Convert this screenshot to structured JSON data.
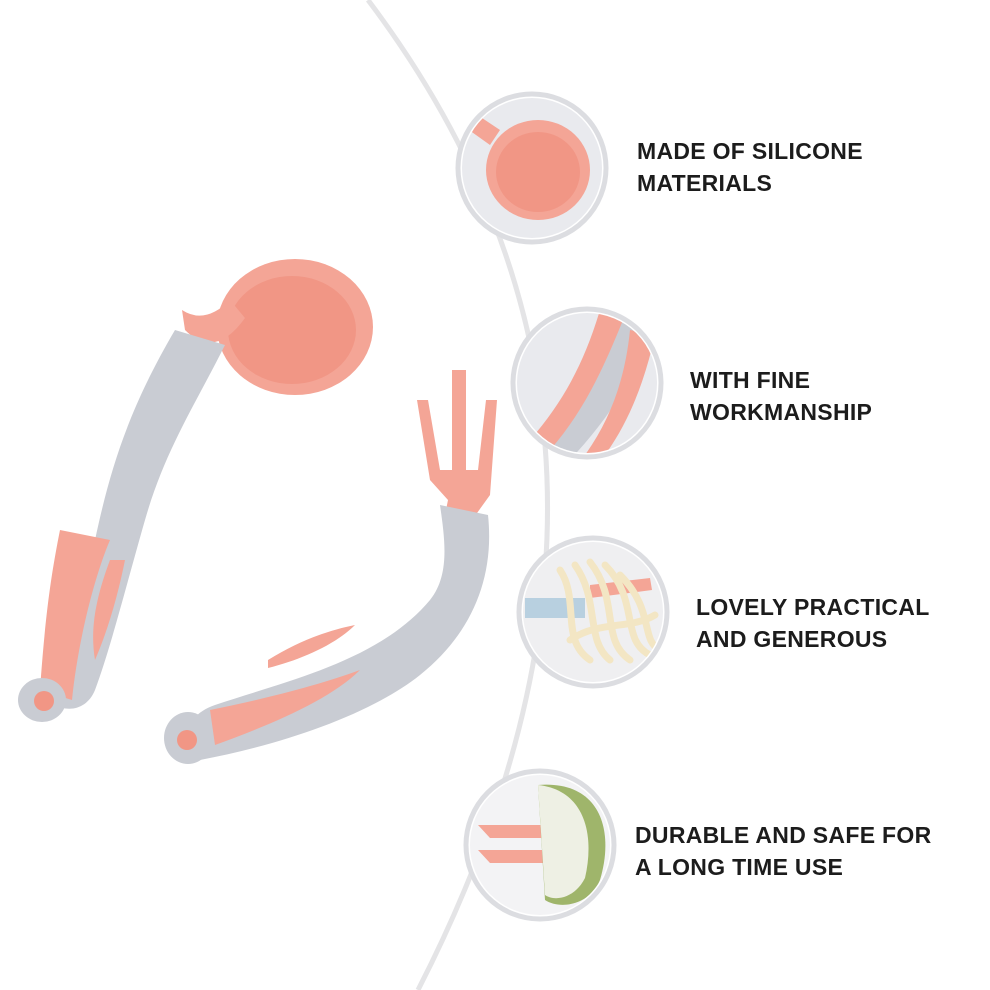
{
  "features": [
    {
      "id": "silicone",
      "lines": [
        "MADE OF SILICONE",
        "MATERIALS"
      ]
    },
    {
      "id": "workmanship",
      "lines": [
        "WITH FINE",
        "WORKMANSHIP"
      ]
    },
    {
      "id": "practical",
      "lines": [
        "LOVELY PRACTICAL",
        "AND GENEROUS"
      ]
    },
    {
      "id": "durable",
      "lines": [
        "DURABLE AND SAFE FOR",
        "A LONG TIME USE"
      ]
    }
  ],
  "colors": {
    "silicone_pink": "#f4a596",
    "handle_gray": "#c9ccd3",
    "arc_line": "#e4e4e6",
    "circle_border": "#dcdde1",
    "text": "#1c1c1c"
  },
  "icons": [
    "spoon-photo",
    "fork-photo",
    "silicone-detail-thumbnail",
    "workmanship-detail-thumbnail",
    "noodles-thumbnail",
    "melon-thumbnail"
  ]
}
